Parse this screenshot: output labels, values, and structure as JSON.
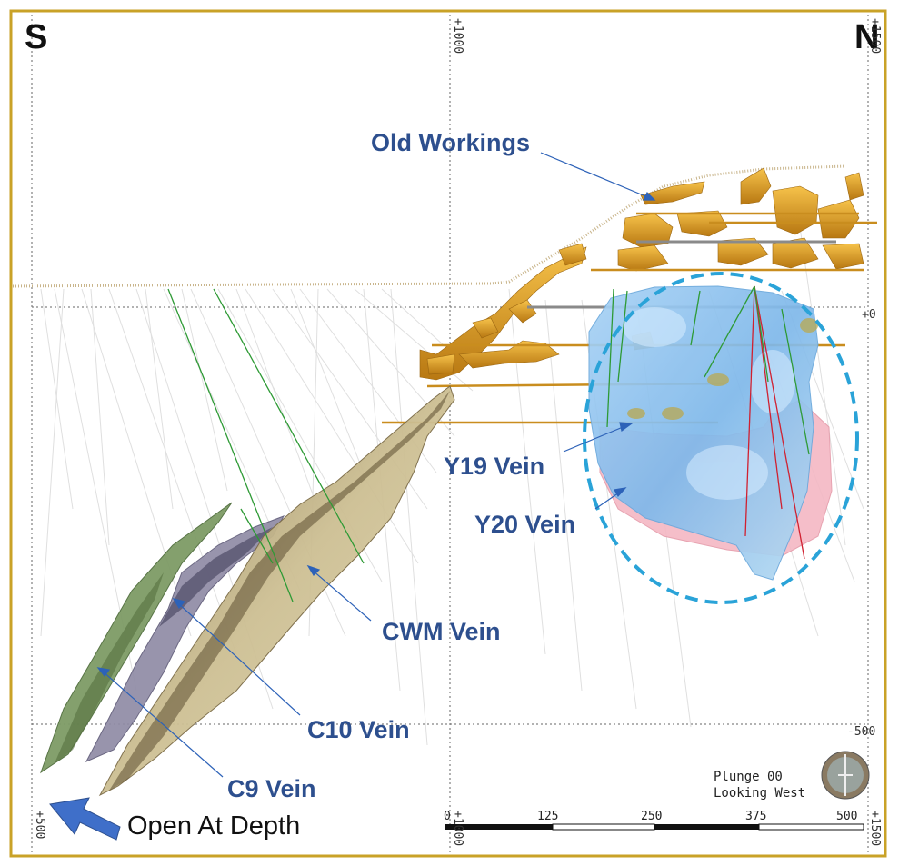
{
  "compass": {
    "south": "S",
    "north": "N"
  },
  "grid_labels": {
    "top_center": "+1000",
    "top_right": "+1500",
    "right_zero": "+0",
    "right_minus500": "-500",
    "bottom_left": "+500",
    "bottom_center": "+1000",
    "bottom_right": "+1500"
  },
  "veins": {
    "old_workings": "Old Workings",
    "y19": "Y19 Vein",
    "y20": "Y20 Vein",
    "cwm": "CWM Vein",
    "c10": "C10 Vein",
    "c9": "C9 Vein"
  },
  "view_info": {
    "plunge": "Plunge 00",
    "looking": "Looking West"
  },
  "scale_bar": {
    "ticks": [
      "0",
      "125",
      "250",
      "375",
      "500"
    ]
  },
  "open_at_depth": "Open At Depth",
  "colors": {
    "frame": "#c9a227",
    "label": "#2d4f8e",
    "workings": "#e0a020",
    "y19": "#8ec2ee",
    "y20": "#f4b8c4",
    "cwm": "#c8b98a",
    "c10": "#8a86a0",
    "c9": "#6f8a58",
    "ellipse": "#2aa3d8"
  }
}
